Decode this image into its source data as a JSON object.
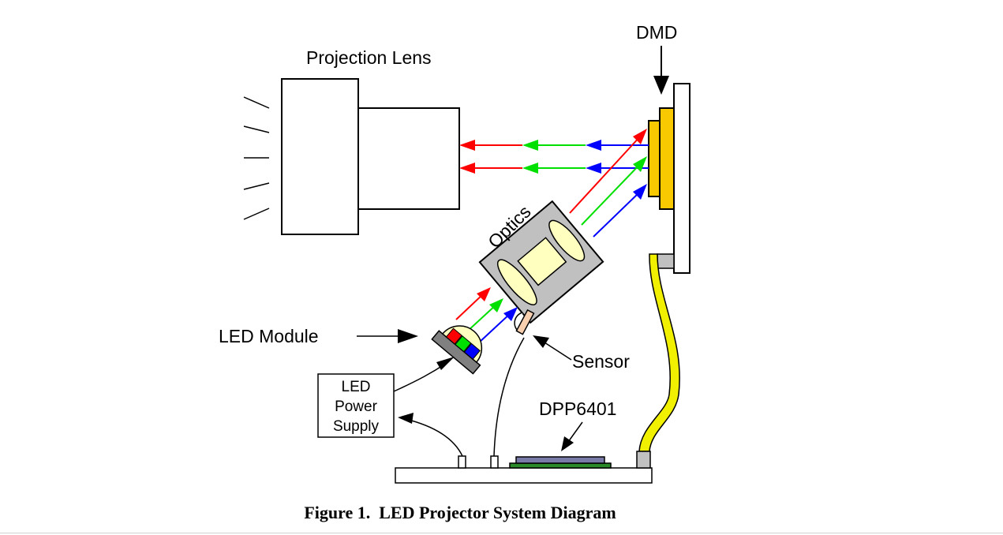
{
  "labels": {
    "dmd": "DMD",
    "projection_lens": "Projection Lens",
    "optics": "Optics",
    "led_module": "LED Module",
    "sensor": "Sensor",
    "dpp": "DPP6401",
    "power_line1": "LED",
    "power_line2": "Power",
    "power_line3": "Supply"
  },
  "caption": "Figure 1.  LED Projector System Diagram",
  "colors": {
    "red": "#ff0000",
    "green": "#00e000",
    "blue": "#0000ff",
    "dmd_gold": "#f8c800",
    "optics_gray": "#c0c0c0",
    "lens_cream": "#ffffc0",
    "flex_yellow": "#f0f000",
    "chip_purple": "#7a7aa8",
    "chip_green": "#2a8a2a",
    "sensor_peach": "#f8d0b0"
  }
}
